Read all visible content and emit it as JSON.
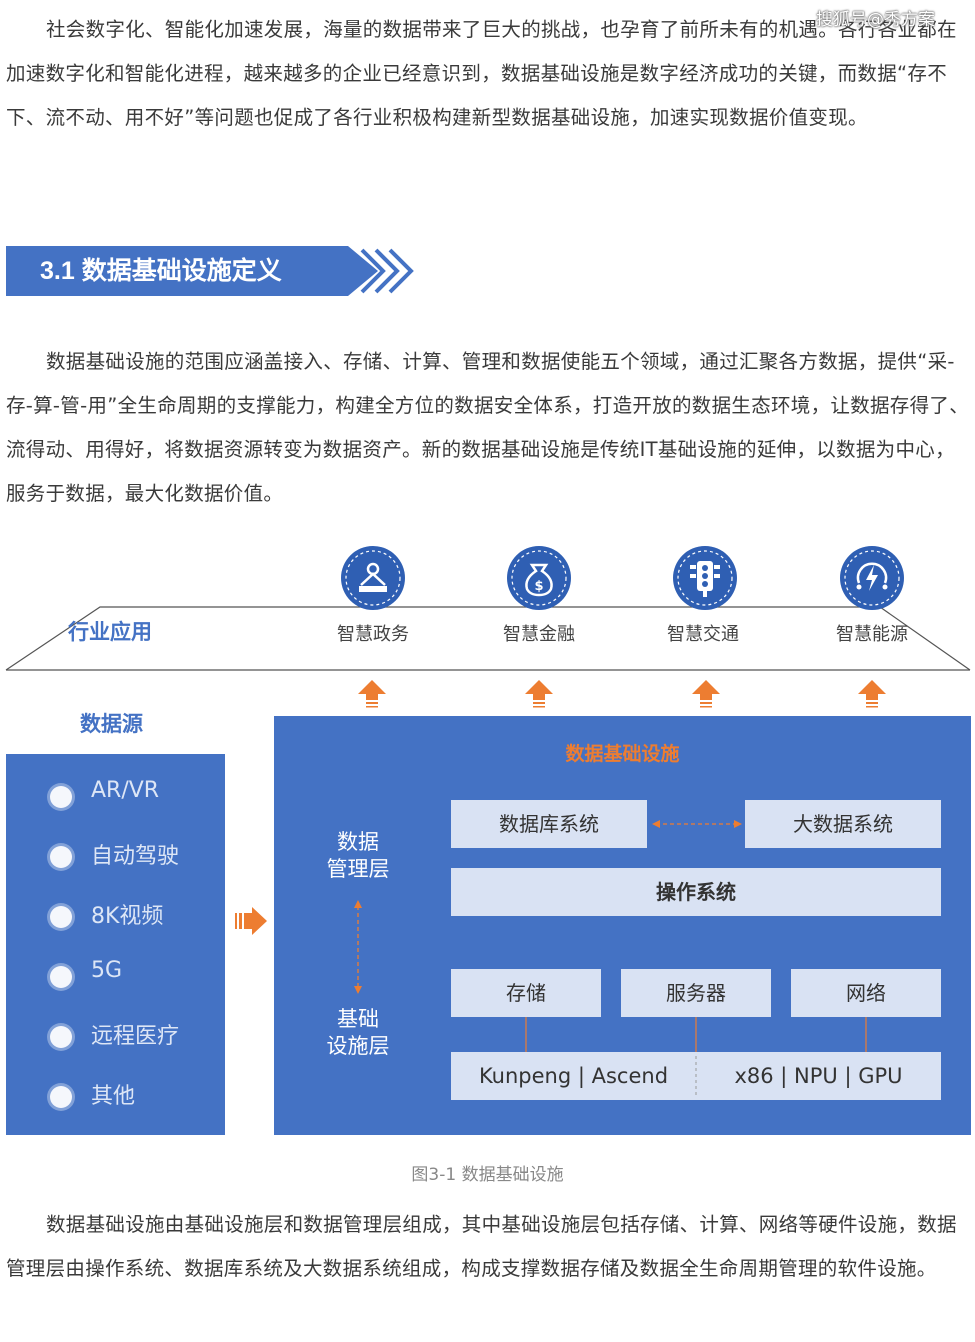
{
  "watermark": "搜狐号@秀方案",
  "paragraphs": {
    "p1": "社会数字化、智能化加速发展，海量的数据带来了巨大的挑战，也孕育了前所未有的机遇。各行各业都在加速数字化和智能化进程，越来越多的企业已经意识到，数据基础设施是数字经济成功的关键，而数据“存不下、流不动、用不好”等问题也促成了各行业积极构建新型数据基础设施，加速实现数据价值变现。",
    "p2": "数据基础设施的范围应涵盖接入、存储、计算、管理和数据使能五个领域，通过汇聚各方数据，提供“采-存-算-管-用”全生命周期的支撑能力，构建全方位的数据安全体系，打造开放的数据生态环境，让数据存得了、流得动、用得好，将数据资源转变为数据资产。新的数据基础设施是传统IT基础设施的延伸，以数据为中心，服务于数据，最大化数据价值。",
    "p3": "数据基础设施由基础设施层和数据管理层组成，其中基础设施层包括存储、计算、网络等硬件设施，数据管理层由操作系统、数据库系统及大数据系统组成，构成支撑数据存储及数据全生命周期管理的软件设施。"
  },
  "section": {
    "title": "3.1 数据基础设施定义"
  },
  "diagram": {
    "industry": {
      "label": "行业应用",
      "items": [
        {
          "label": "智慧政务",
          "icon": "government-icon"
        },
        {
          "label": "智慧金融",
          "icon": "money-bag-icon"
        },
        {
          "label": "智慧交通",
          "icon": "traffic-light-icon"
        },
        {
          "label": "智慧能源",
          "icon": "energy-icon"
        }
      ]
    },
    "sources": {
      "title": "数据源",
      "items": [
        {
          "label": "AR/VR",
          "icon": "vr-headset-icon"
        },
        {
          "label": "自动驾驶",
          "icon": "steering-wheel-icon"
        },
        {
          "label": "8K视频",
          "icon": "video-icon"
        },
        {
          "label": "5G",
          "icon": "signal-icon"
        },
        {
          "label": "远程医疗",
          "icon": "medical-icon"
        },
        {
          "label": "其他",
          "icon": "grid-icon"
        }
      ]
    },
    "infra": {
      "title": "数据基础设施",
      "management_layer": "数据\n管理层",
      "base_layer": "基础\n设施层",
      "database": "数据库系统",
      "bigdata": "大数据系统",
      "os": "操作系统",
      "storage": "存储",
      "server": "服务器",
      "network": "网络",
      "chips_left": "Kunpeng | Ascend",
      "chips_right": "x86 | NPU | GPU"
    },
    "colors": {
      "panel": "#4472c4",
      "box": "#d9e2f3",
      "accent": "#ed7d31"
    }
  },
  "caption": "图3-1  数据基础设施"
}
